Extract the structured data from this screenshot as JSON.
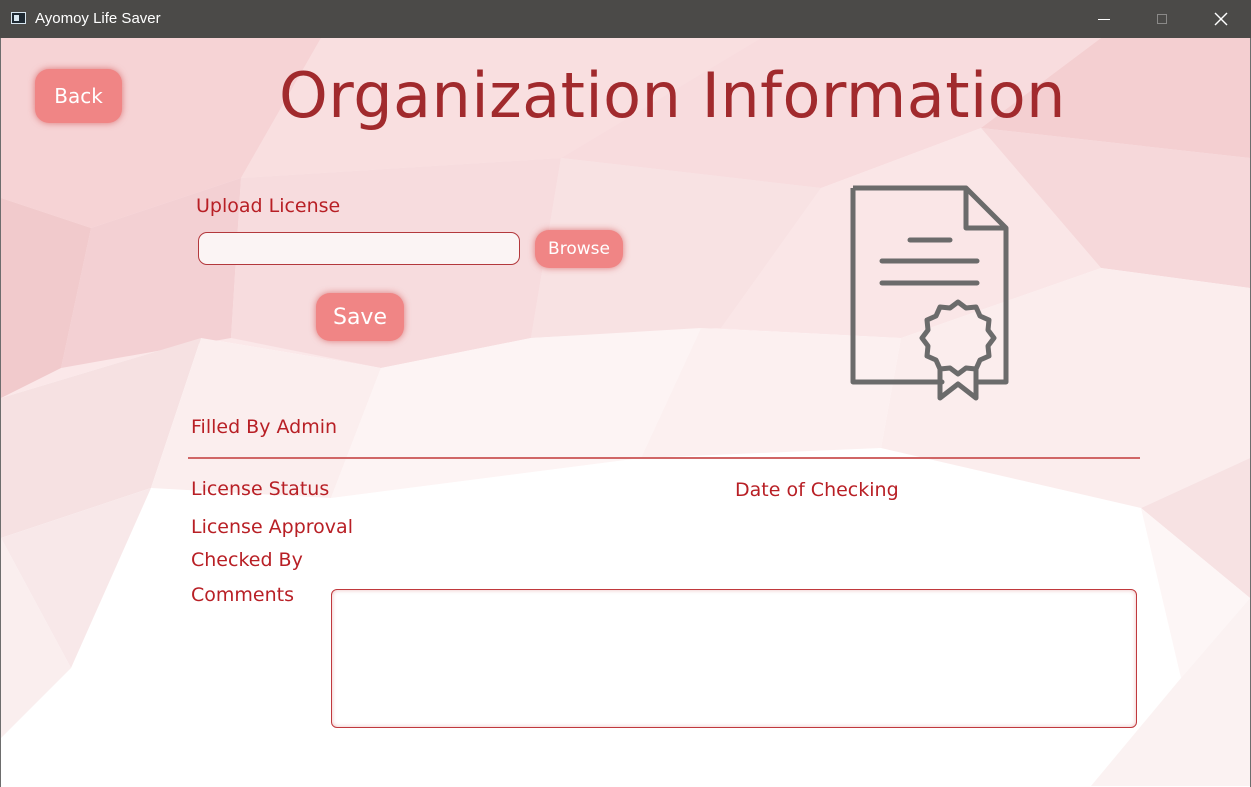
{
  "window": {
    "title": "Ayomoy Life Saver",
    "app_icon": "app-window-icon",
    "controls": [
      "minimize-icon",
      "maximize-icon",
      "close-icon"
    ]
  },
  "header": {
    "back_label": "Back",
    "title": "Organization Information"
  },
  "upload": {
    "label": "Upload License",
    "file_value": "",
    "browse_label": "Browse",
    "save_label": "Save",
    "illustration_icon": "certificate-document-icon"
  },
  "admin_section": {
    "heading": "Filled By Admin",
    "license_status_label": "License Status",
    "date_of_checking_label": "Date of Checking",
    "license_approval_label": "License Approval",
    "checked_by_label": "Checked By",
    "comments_label": "Comments",
    "comments_value": ""
  },
  "colors": {
    "accent_text": "#b81f25",
    "title_text": "#a12a2d",
    "button_fill": "#f08585",
    "icon_gray": "#6b6b6b",
    "titlebar": "#4b4a48"
  }
}
